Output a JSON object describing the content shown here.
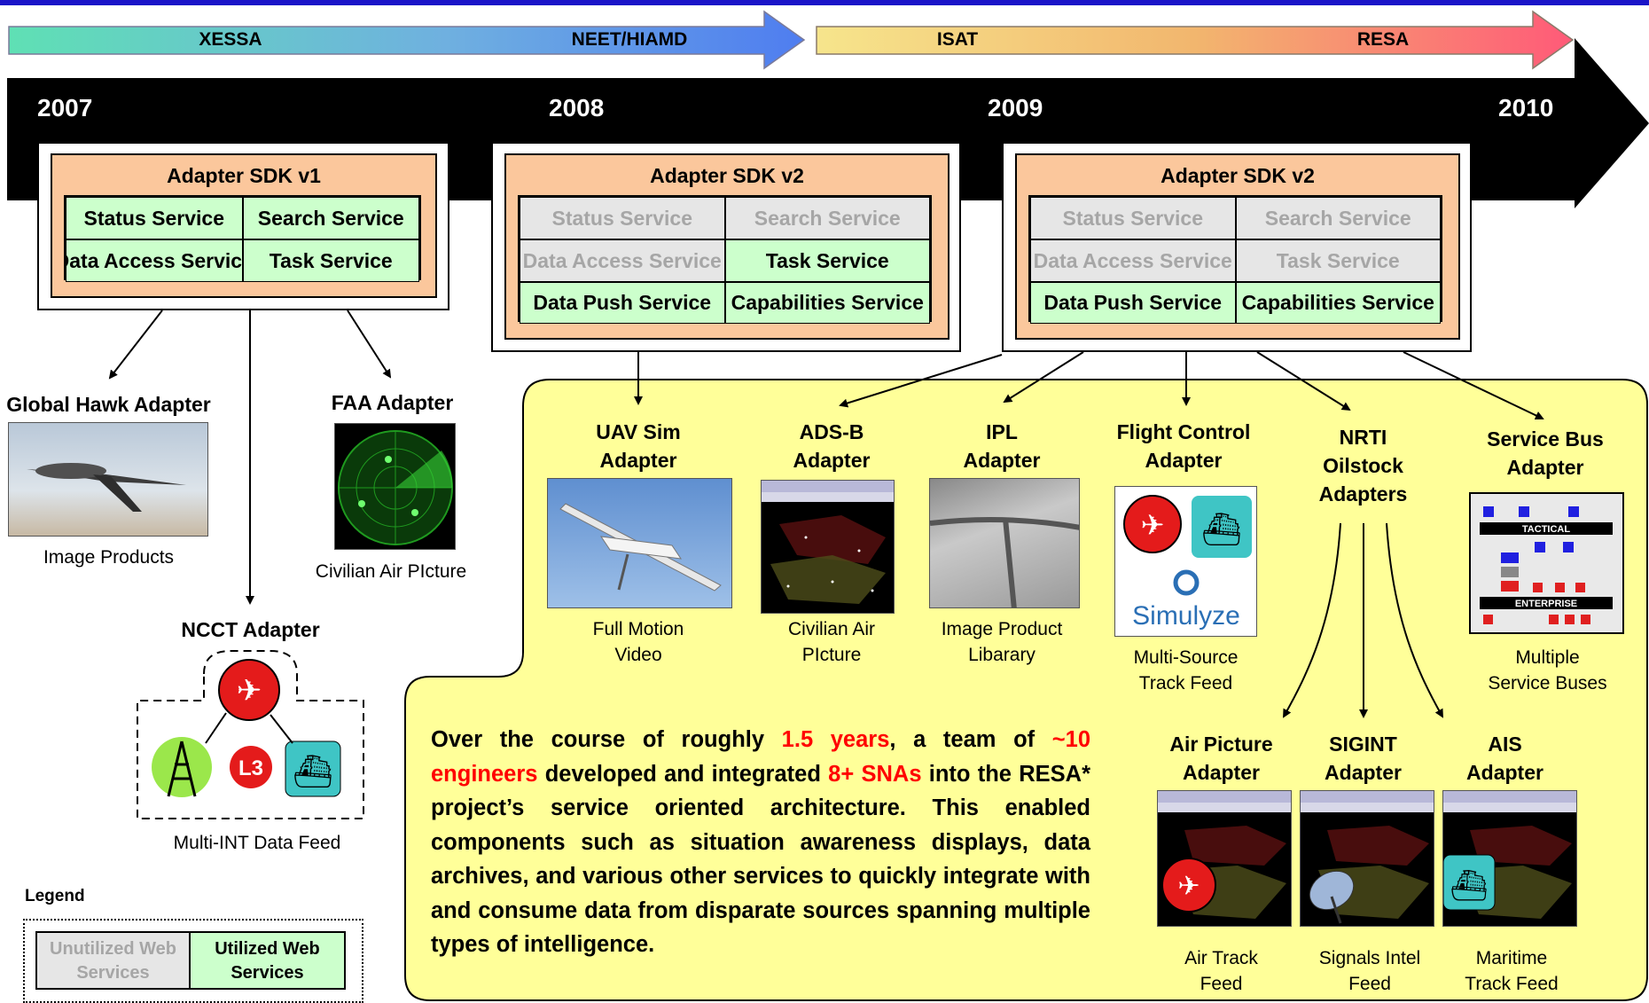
{
  "phases": [
    "XESSA",
    "NEET/HIAMD",
    "ISAT",
    "RESA"
  ],
  "years": [
    "2007",
    "2008",
    "2009",
    "2010"
  ],
  "sdk": [
    {
      "title": "Adapter SDK v1",
      "services": [
        {
          "label": "Status Service",
          "state": "utilized"
        },
        {
          "label": "Search Service",
          "state": "utilized"
        },
        {
          "label": "Data Access Service",
          "state": "utilized"
        },
        {
          "label": "Task Service",
          "state": "utilized"
        }
      ]
    },
    {
      "title": "Adapter SDK v2",
      "services": [
        {
          "label": "Status Service",
          "state": "unutilized"
        },
        {
          "label": "Search Service",
          "state": "unutilized"
        },
        {
          "label": "Data Access Service",
          "state": "unutilized"
        },
        {
          "label": "Task Service",
          "state": "utilized"
        },
        {
          "label": "Data Push Service",
          "state": "utilized"
        },
        {
          "label": "Capabilities Service",
          "state": "utilized"
        }
      ]
    },
    {
      "title": "Adapter SDK v2",
      "services": [
        {
          "label": "Status Service",
          "state": "unutilized"
        },
        {
          "label": "Search Service",
          "state": "unutilized"
        },
        {
          "label": "Data Access Service",
          "state": "unutilized"
        },
        {
          "label": "Task Service",
          "state": "unutilized"
        },
        {
          "label": "Data Push Service",
          "state": "utilized"
        },
        {
          "label": "Capabilities Service",
          "state": "utilized"
        }
      ]
    }
  ],
  "left_adapters": {
    "global_hawk": {
      "title": "Global Hawk Adapter",
      "caption": "Image Products"
    },
    "faa": {
      "title": "FAA Adapter",
      "caption": "Civilian Air PIcture"
    },
    "ncct": {
      "title": "NCCT Adapter",
      "caption": "Multi-INT Data Feed",
      "logo_text": "L3"
    }
  },
  "adapters": {
    "uav": {
      "line1": "UAV Sim",
      "line2": "Adapter",
      "cap1": "Full Motion",
      "cap2": "Video"
    },
    "adsb": {
      "line1": "ADS-B",
      "line2": "Adapter",
      "cap1": "Civilian Air",
      "cap2": "PIcture"
    },
    "ipl": {
      "line1": "IPL",
      "line2": "Adapter",
      "cap1": "Image Product",
      "cap2": "Libarary"
    },
    "flight": {
      "line1": "Flight Control",
      "line2": "Adapter",
      "cap1": "Multi-Source",
      "cap2": "Track Feed",
      "logo_text": "Simulyze"
    },
    "nrti": {
      "line1": "NRTI",
      "line2": "Oilstock",
      "line3": "Adapters"
    },
    "bus": {
      "line1": "Service Bus",
      "line2": "Adapter",
      "cap1": "Multiple",
      "cap2": "Service Buses",
      "tactical": "TACTICAL",
      "enterprise": "ENTERPRISE"
    },
    "airpic": {
      "line1": "Air Picture",
      "line2": "Adapter",
      "cap1": "Air Track",
      "cap2": "Feed"
    },
    "sigint": {
      "line1": "SIGINT",
      "line2": "Adapter",
      "cap1": "Signals Intel",
      "cap2": "Feed"
    },
    "ais": {
      "line1": "AIS",
      "line2": "Adapter",
      "cap1": "Maritime",
      "cap2": "Track Feed"
    }
  },
  "summary": {
    "p1": "Over the course of roughly ",
    "r1": "1.5 years",
    "p2": ", a team of ",
    "r2": "~10 engineers",
    "p3": " developed and integrated ",
    "r3": "8+ SNAs",
    "p4": " into the RESA* project’s service oriented architecture.  This enabled components such as situation awareness displays, data archives, and various other services to quickly integrate with and consume data from disparate sources spanning multiple types of intelligence."
  },
  "legend": {
    "title": "Legend",
    "unutilized": "Unutilized Web Services",
    "utilized": "Utilized Web Services"
  },
  "colors": {
    "unutilized": "#e6e6e6",
    "utilized": "#ccffcc",
    "sdk_fill": "#fbc79c",
    "panel": "#ffff99",
    "highlight": "#ff0000",
    "top_line": "#1a14c8"
  }
}
